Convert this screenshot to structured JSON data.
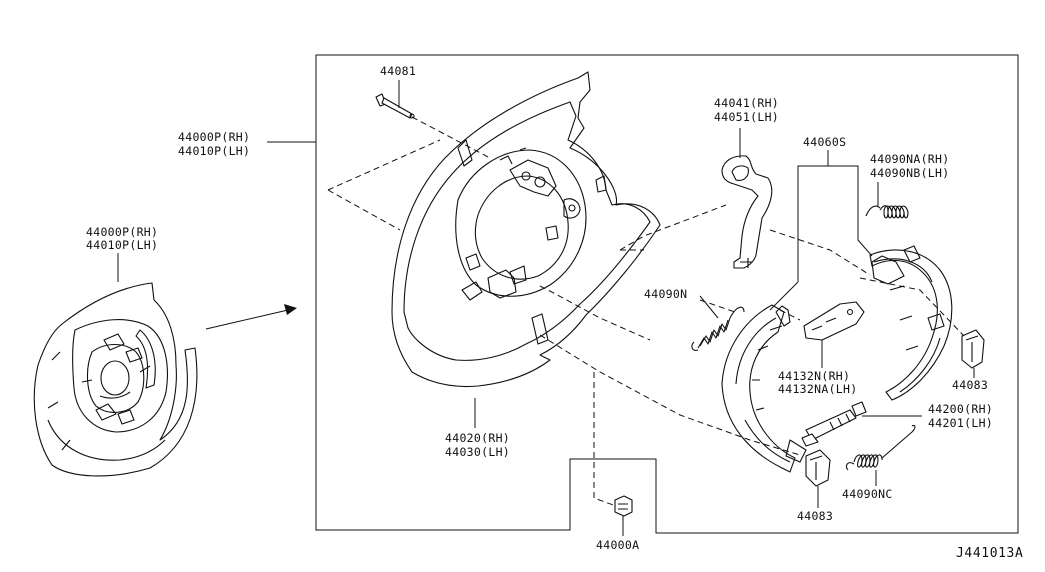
{
  "callouts": {
    "p44000P_small": [
      "44000P(RH)",
      "44010P(LH)"
    ],
    "p44000P_main": [
      "44000P(RH)",
      "44010P(LH)"
    ],
    "p44081": [
      "44081"
    ],
    "p44020": [
      "44020(RH)",
      "44030(LH)"
    ],
    "p44000A": [
      "44000A"
    ],
    "p44041": [
      "44041(RH)",
      "44051(LH)"
    ],
    "p44060S": [
      "44060S"
    ],
    "p44090NA": [
      "44090NA(RH)",
      "44090NB(LH)"
    ],
    "p44090N": [
      "44090N"
    ],
    "p44132N": [
      "44132N(RH)",
      "44132NA(LH)"
    ],
    "p44083_right": [
      "44083"
    ],
    "p44200": [
      "44200(RH)",
      "44201(LH)"
    ],
    "p44090NC": [
      "44090NC"
    ],
    "p44083_bottom": [
      "44083"
    ]
  },
  "diagram_ref": "J441013A"
}
